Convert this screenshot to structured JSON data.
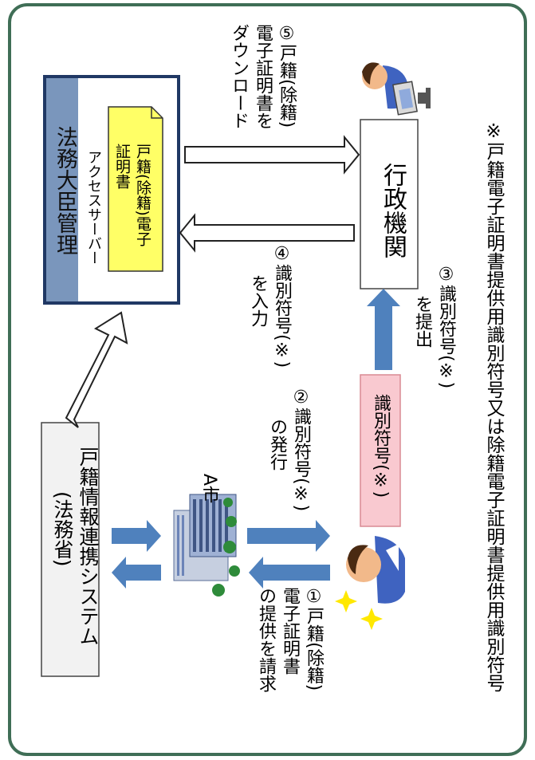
{
  "moj": {
    "title": "法務大臣管理",
    "server": "アクセスサーバー",
    "doc_line1": "戸籍(除籍)電子",
    "doc_line2": "証明書"
  },
  "system": {
    "line1": "戸籍情報連携システム",
    "line2": "(法務省)"
  },
  "city": {
    "label": "A市"
  },
  "agency": {
    "label": "行政機関"
  },
  "code_box": {
    "label": "識別符号(※)"
  },
  "steps": {
    "s1": [
      "①戸籍(除籍)",
      "電子証明書",
      "の提供を請求"
    ],
    "s2": [
      "②識別符号(※)",
      "の発行"
    ],
    "s3": [
      "③識別符号(※)",
      "を提出"
    ],
    "s4": [
      "④識別符号(※)",
      "を入力"
    ],
    "s5": [
      "⑤戸籍(除籍)",
      "電子証明書を",
      "ダウンロード"
    ]
  },
  "footnote": "※戸籍電子証明書提供用識別符号又は除籍電子証明書提供用識別符号",
  "colors": {
    "frame": "#3f6e56",
    "title_band": "#7a96bc",
    "server_border": "#203864",
    "doc_fill": "#ffff66",
    "code_fill": "#f9c9d0",
    "arrow_blue": "#4f81bd",
    "system_fill": "#f2f2f2"
  }
}
